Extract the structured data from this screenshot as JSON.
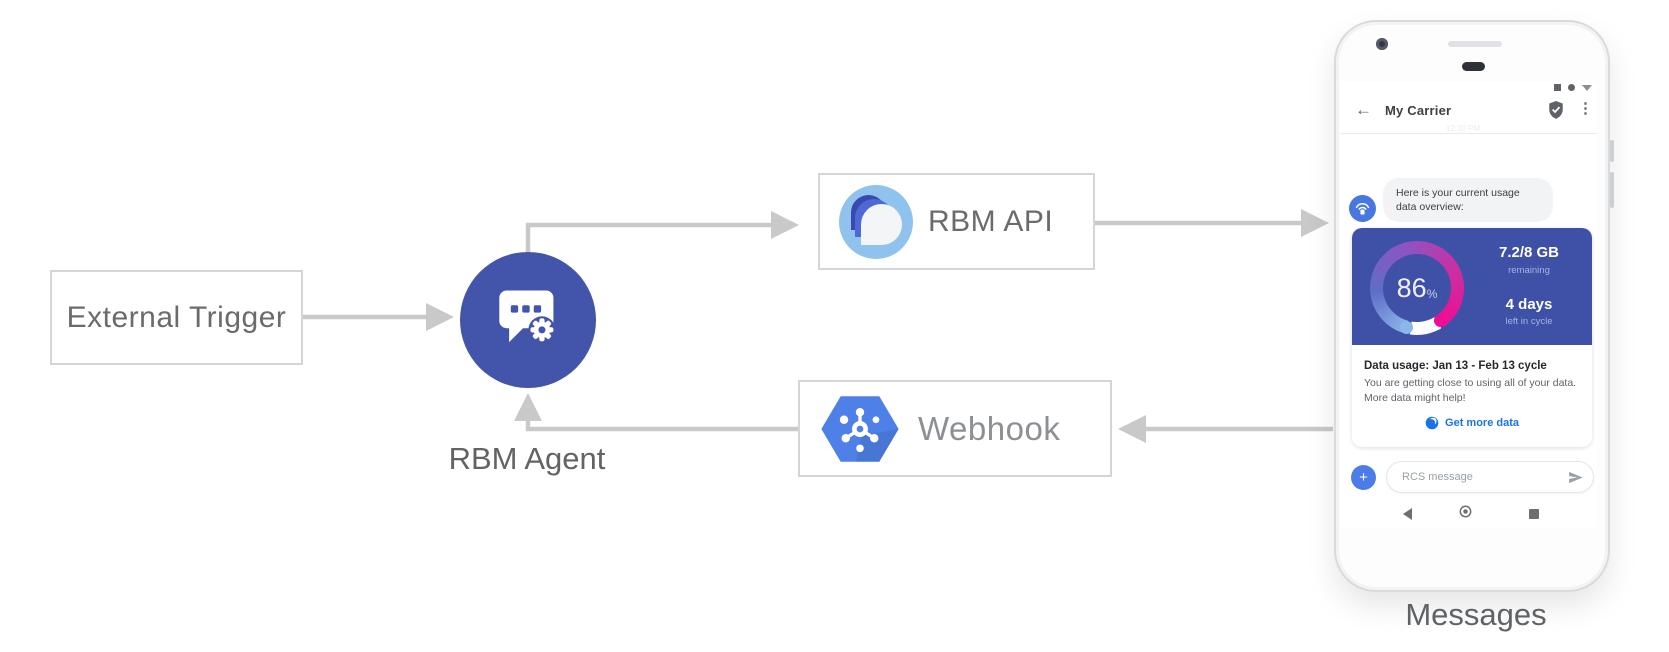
{
  "diagram": {
    "nodes": {
      "external_trigger": "External Trigger",
      "rbm_agent": "RBM Agent",
      "rbm_api": "RBM API",
      "webhook": "Webhook",
      "messages": "Messages"
    }
  },
  "phone": {
    "header": {
      "title": "My Carrier",
      "faint_timestamp": "12:30 PM"
    },
    "chat": {
      "agent_message_line1": "Here is your current usage",
      "agent_message_line2": "data overview:"
    },
    "card": {
      "gauge_percent": "86",
      "gauge_percent_sign": "%",
      "remaining_value": "7.2/8 GB",
      "remaining_label": "remaining",
      "days_value": "4 days",
      "days_label": "left in cycle",
      "usage_title": "Data usage: Jan 13 - Feb 13 cycle",
      "usage_line1": "You are getting close to using all of your data.",
      "usage_line2": "More data might help!",
      "action_label": "Get more data"
    },
    "composer": {
      "placeholder": "RCS message",
      "plus_label": "+"
    }
  },
  "colors": {
    "agent_circle_blue": "#4355ab",
    "card_blue": "#3e51a6",
    "link_blue": "#1a73e8",
    "plus_button_blue": "#4c7ce8",
    "api_logo_skyblue": "#8fc3ee",
    "webhook_hexagon_blue": "#4e80e8",
    "arrow_gray": "#c9c9c9",
    "gauge_gradient_start": "#8bb7e9",
    "gauge_gradient_end": "#ef0d95"
  }
}
